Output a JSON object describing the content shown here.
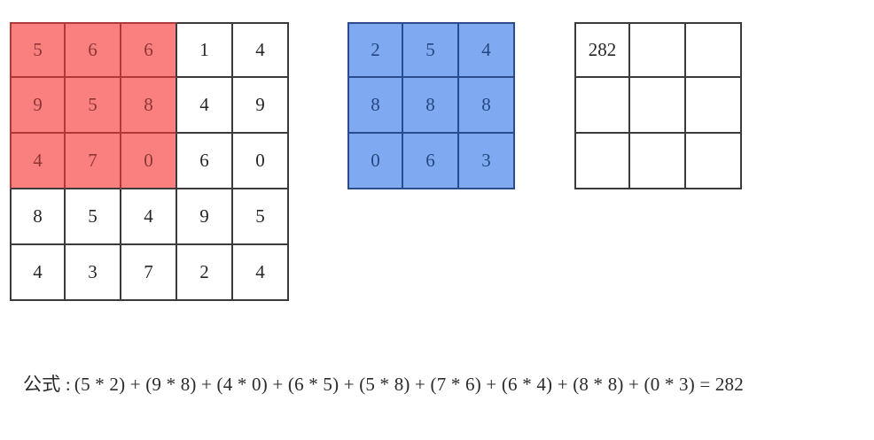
{
  "diagram": {
    "description_name": "convolution-operation-diagram"
  },
  "grids": {
    "input": {
      "rows": [
        [
          "5",
          "6",
          "6",
          "1",
          "4"
        ],
        [
          "9",
          "5",
          "8",
          "4",
          "9"
        ],
        [
          "4",
          "7",
          "0",
          "6",
          "0"
        ],
        [
          "8",
          "5",
          "4",
          "9",
          "5"
        ],
        [
          "4",
          "3",
          "7",
          "2",
          "4"
        ]
      ],
      "highlight": {
        "row_start": 0,
        "col_start": 0,
        "rows": 3,
        "cols": 3
      }
    },
    "kernel": {
      "rows": [
        [
          "2",
          "5",
          "4"
        ],
        [
          "8",
          "8",
          "8"
        ],
        [
          "0",
          "6",
          "3"
        ]
      ]
    },
    "output": {
      "rows": [
        [
          "282",
          "",
          ""
        ],
        [
          "",
          "",
          ""
        ],
        [
          "",
          "",
          ""
        ]
      ]
    }
  },
  "formula": {
    "label": "公式 :",
    "expression": "(5 * 2) + (9 * 8) + (4 * 0) + (6 * 5) + (5 * 8) + (7 * 6) + (6 * 4) + (8 * 8) + (0 * 3) = 282"
  },
  "colors": {
    "red_bg": "#F9807F",
    "red_line": "#B13838",
    "red_ink": "#8E3636",
    "blue_bg": "#7FAAF2",
    "blue_line": "#2B4C8C",
    "blue_ink": "#25477E",
    "line": "#3B3B3B",
    "ink": "#262626",
    "formula_ink": "#2B2B2B"
  }
}
